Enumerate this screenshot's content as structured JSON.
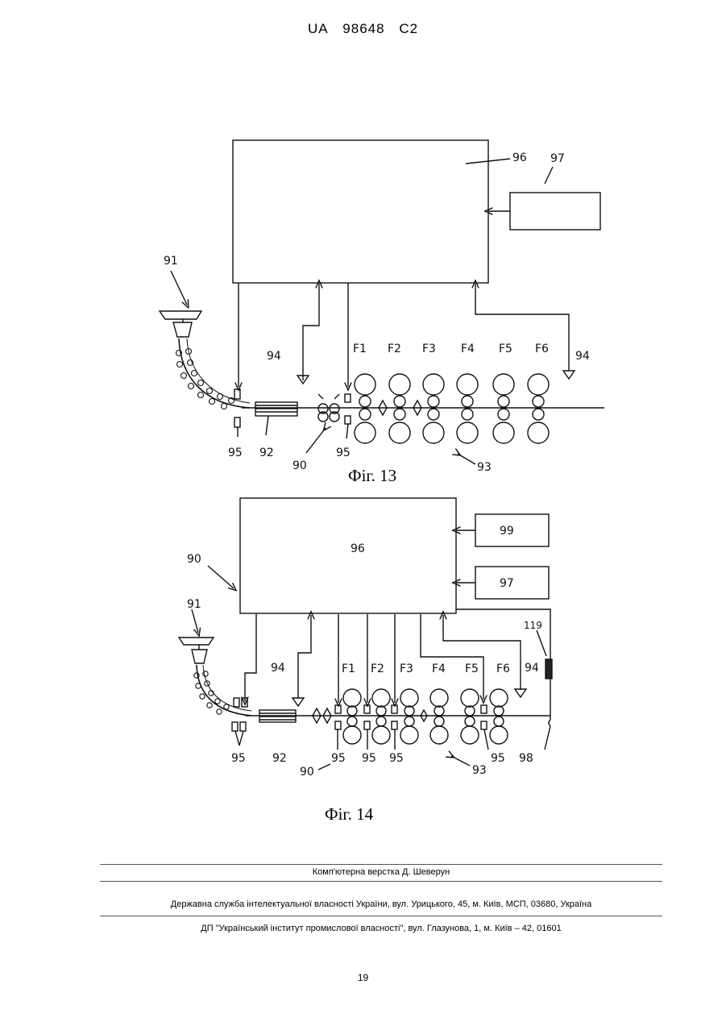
{
  "header": {
    "country": "UA",
    "number": "98648",
    "kind": "C2"
  },
  "fig13": {
    "caption": "Фіг. 13",
    "refs": {
      "r96": "96",
      "r97": "97",
      "r91": "91",
      "r94a": "94",
      "r94b": "94",
      "r95a": "95",
      "r95b": "95",
      "r92": "92",
      "r90": "90",
      "r93": "93"
    },
    "stands": [
      "F1",
      "F2",
      "F3",
      "F4",
      "F5",
      "F6"
    ]
  },
  "fig14": {
    "caption": "Фіг. 14",
    "refs": {
      "r96": "96",
      "r99": "99",
      "r97": "97",
      "r90a": "90",
      "r91": "91",
      "r94a": "94",
      "r94b": "94",
      "r119": "119",
      "r95a": "95",
      "r92": "92",
      "r90b": "90",
      "r95b": "95",
      "r95c": "95",
      "r95d": "95",
      "r93": "93",
      "r95e": "95",
      "r98": "98"
    },
    "stands": [
      "F1",
      "F2",
      "F3",
      "F4",
      "F5",
      "F6"
    ]
  },
  "footer": {
    "layout": "Комп'ютерна верстка Д. Шеверун",
    "agency": "Державна служба інтелектуальної власності України, вул. Урицького, 45, м. Київ, МСП, 03680, Україна",
    "institute": "ДП \"Український інститут промислової власності\", вул. Глазунова, 1, м. Київ – 42, 01601"
  },
  "page_number": "19"
}
